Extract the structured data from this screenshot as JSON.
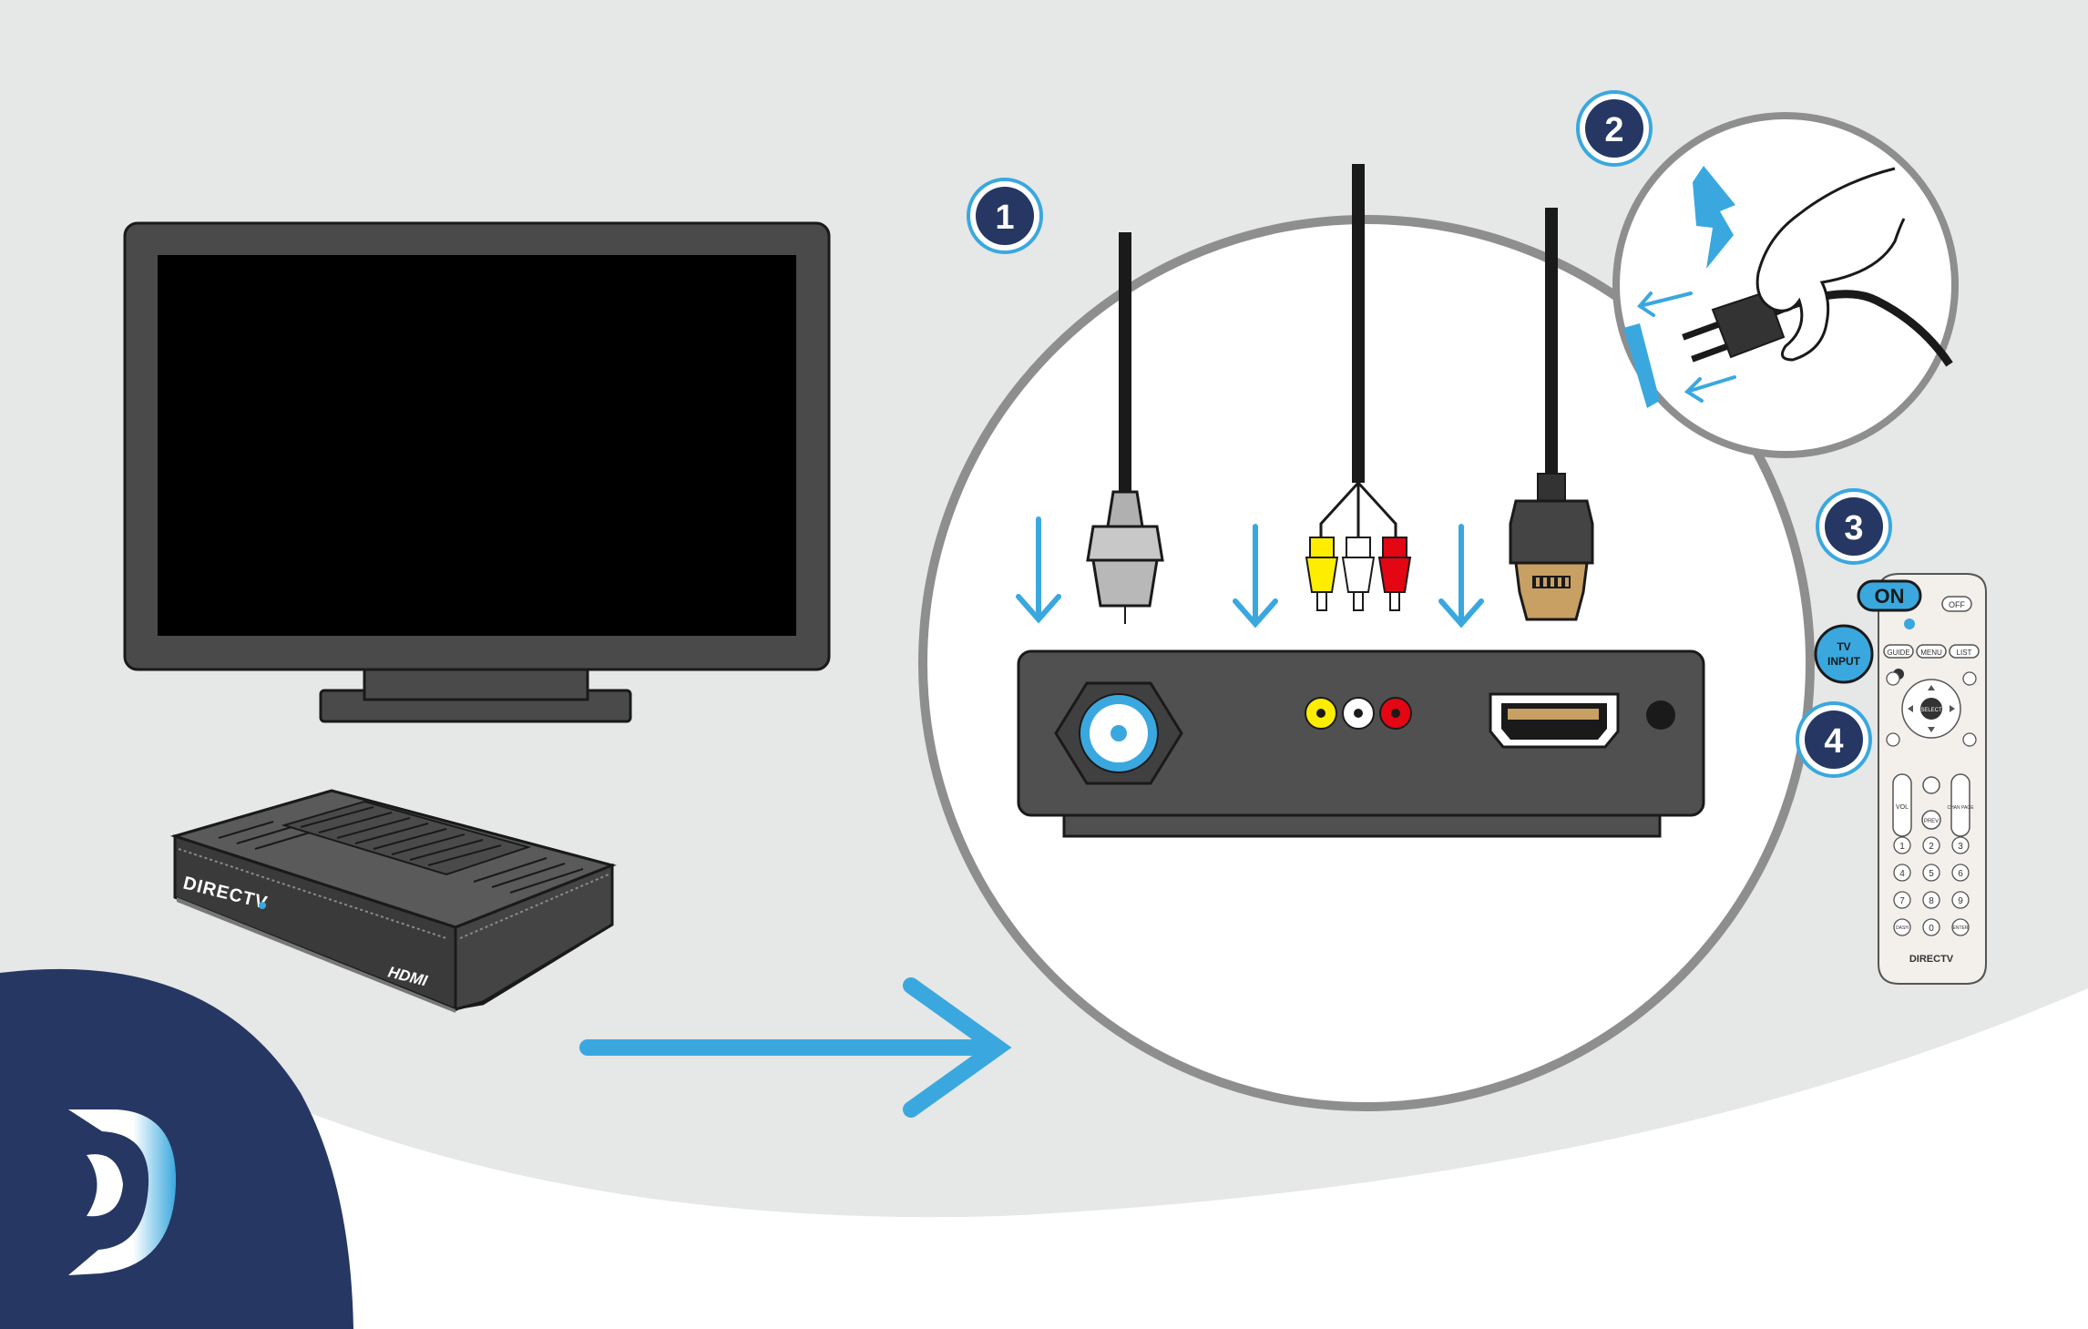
{
  "steps": [
    {
      "number": "1"
    },
    {
      "number": "2"
    },
    {
      "number": "3"
    },
    {
      "number": "4"
    }
  ],
  "settop_box": {
    "brand": "DIRECTV",
    "port_label": "HDMI"
  },
  "remote": {
    "on_label": "ON",
    "off_label": "OFF",
    "tv_input_line1": "TV",
    "tv_input_line2": "INPUT",
    "guide_label": "GUIDE",
    "menu_label": "MENU",
    "list_label": "LIST",
    "select_label": "SELECT",
    "vol_label": "VOL",
    "prev_label": "PREV",
    "chan_label": "CHAN PAGE",
    "dash_label": "DASH",
    "enter_label": "ENTER",
    "keys": [
      "1",
      "2",
      "3",
      "4",
      "5",
      "6",
      "7",
      "8",
      "9",
      "0"
    ],
    "brand": "DIRECTV"
  },
  "icons": [
    "tv-icon",
    "settop-box-icon",
    "arrow-right-icon",
    "coax-cable-icon",
    "rca-cable-icon",
    "hdmi-cable-icon",
    "power-plug-icon",
    "lightning-icon",
    "remote-control-icon",
    "directv-logo-icon"
  ],
  "colors": {
    "accent_blue": "#3aa8df",
    "navy": "#253762",
    "device_gray": "#505050",
    "background_gray": "#e6e7e7"
  }
}
